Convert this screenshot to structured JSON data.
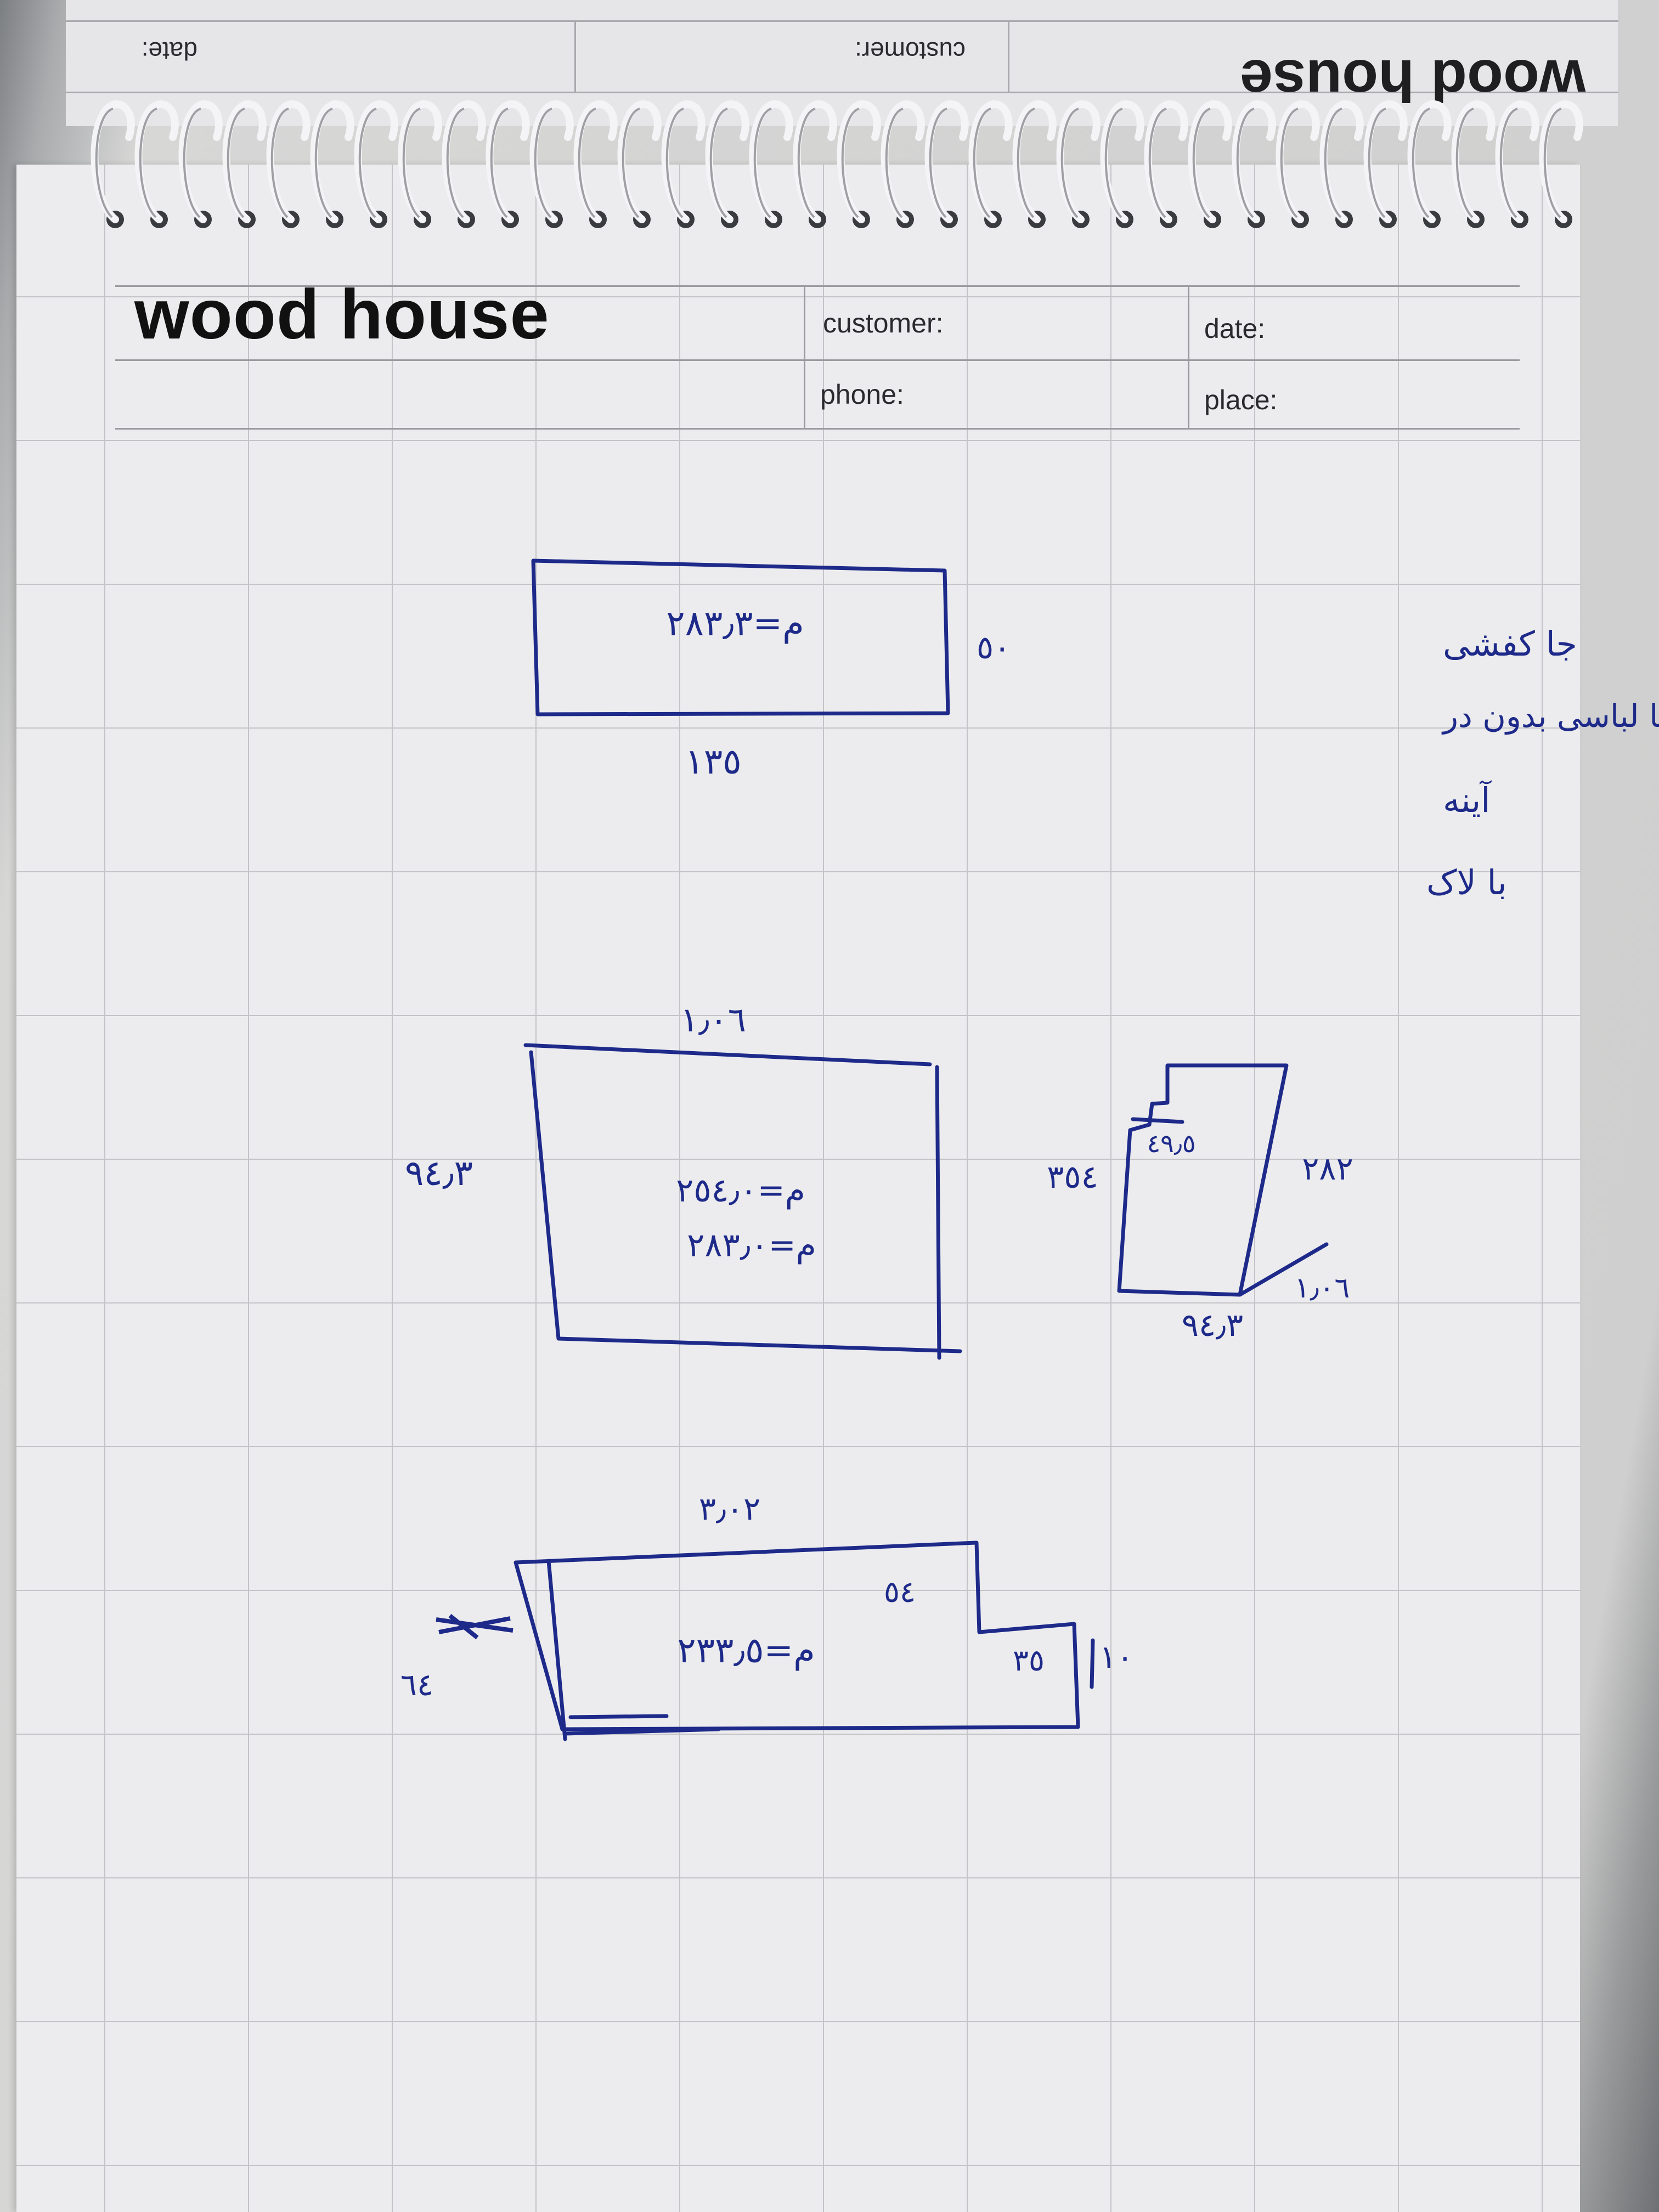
{
  "previous_page": {
    "brand": "wood house",
    "customer_label": "customer:",
    "date_label": "date:"
  },
  "header": {
    "brand": "wood house",
    "customer_label": "customer:",
    "date_label": "date:",
    "phone_label": "phone:",
    "place_label": "place:"
  },
  "sketches": {
    "rect1": {
      "area": "م=٢٨٣٫٣",
      "side": "٥٠",
      "bottom": "١٣٥"
    },
    "rect2": {
      "top": "١٫٠٦",
      "left": "٩٤٫٣",
      "area_1": "م=٢٥٤٫٠",
      "area_2": "م=٢٨٣٫٠"
    },
    "box3d": {
      "inner": "٤٩٫٥",
      "left": "٣٥٤",
      "right": "٢٨٢",
      "diag": "١٫٠٦",
      "bottom": "٩٤٫٣"
    },
    "stepped": {
      "top": "٣٫٠٢",
      "area": "م=٢٣٣٫٥",
      "notch": "٥٤",
      "inner": "٣٥",
      "right": "١٠",
      "left": "٦٤"
    }
  },
  "notes": [
    "جا کفشی",
    "جا لباسی بدون در",
    "آینه",
    "با لاک"
  ]
}
